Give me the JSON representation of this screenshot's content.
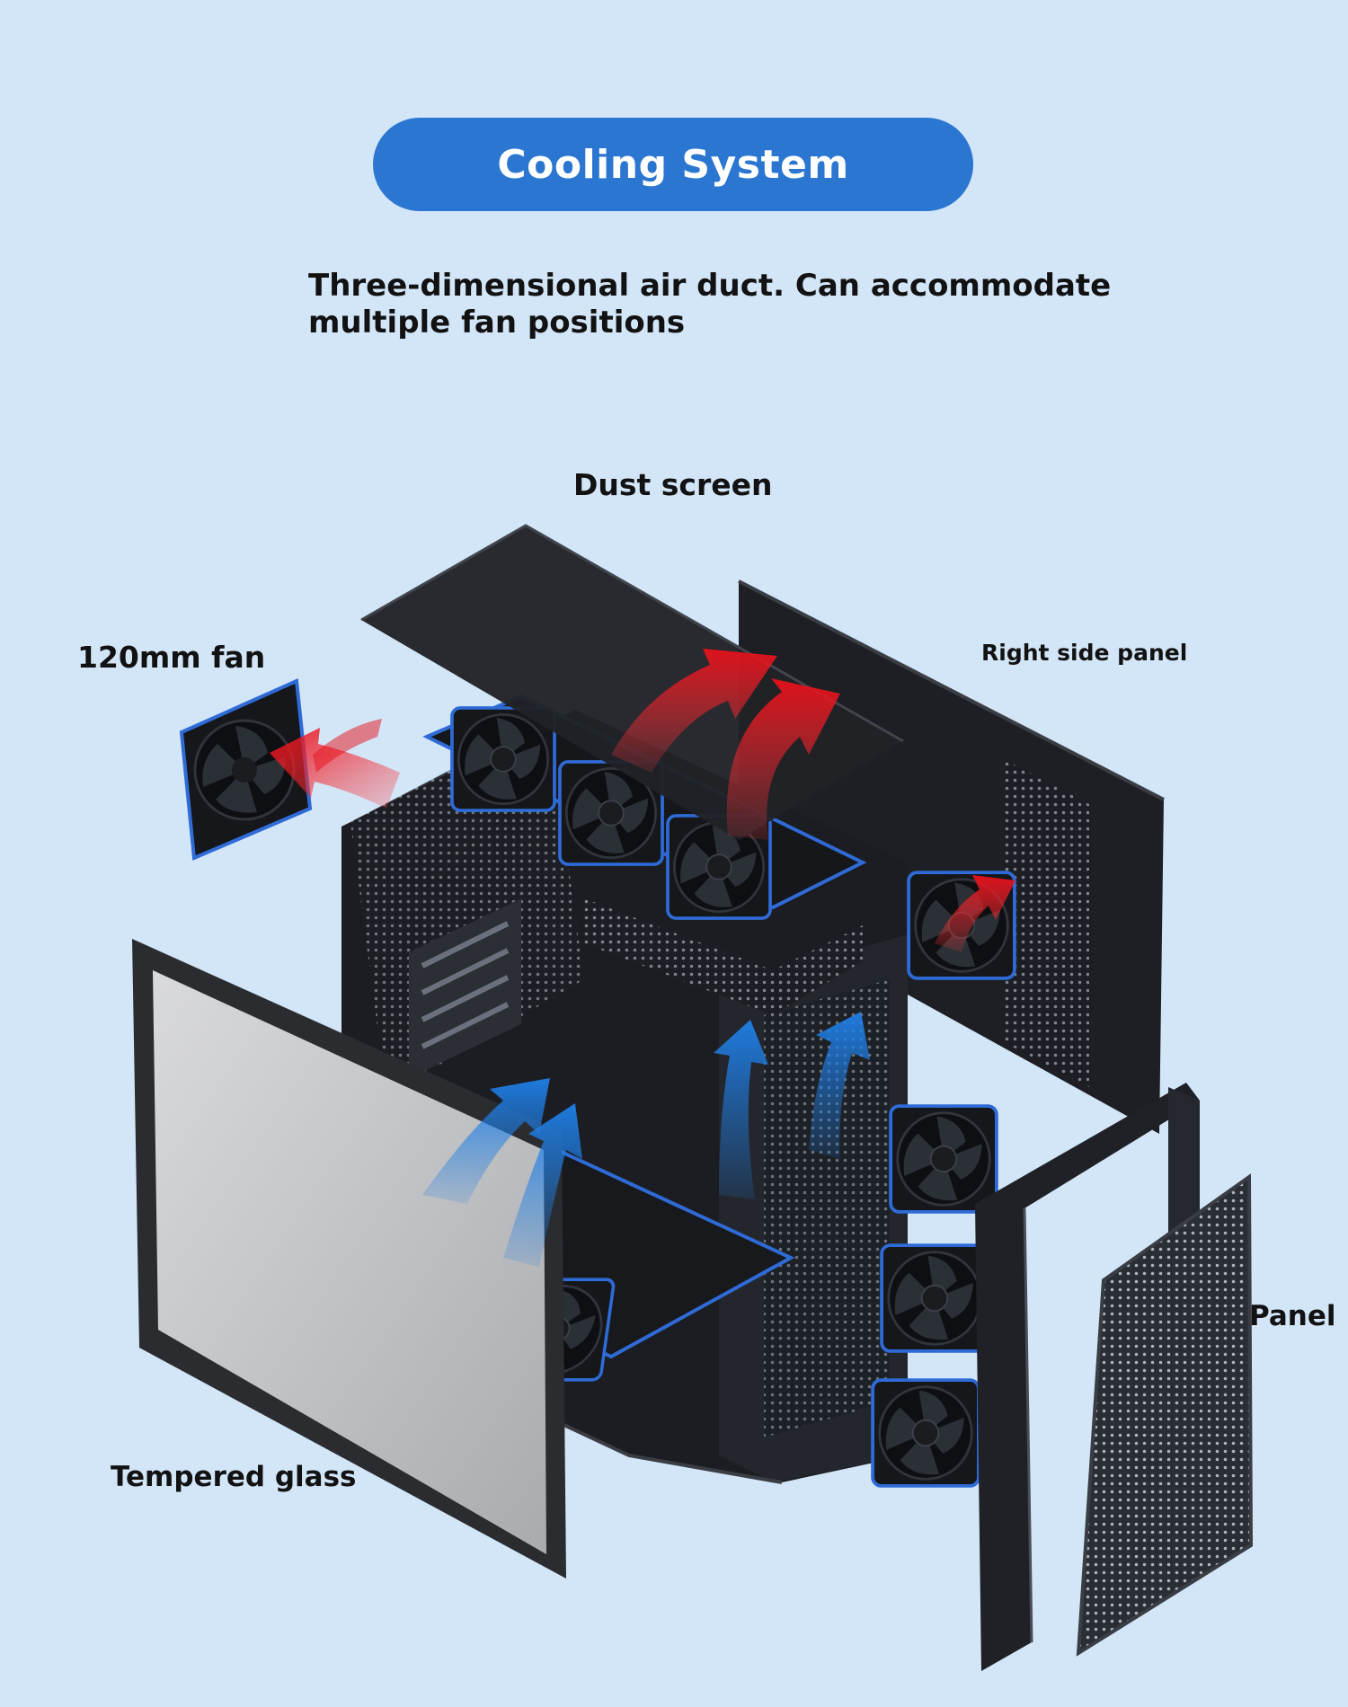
{
  "header": {
    "title": "Cooling System",
    "subtitle": "Three-dimensional air duct. Can accommodate multiple fan positions"
  },
  "callouts": {
    "dust_screen": "Dust screen",
    "fan_120mm": "120mm fan",
    "right_side_panel": "Right side panel",
    "panel": "Panel",
    "tempered_glass": "Tempered glass"
  },
  "colors": {
    "background": "#d3e6f8",
    "title_pill": "#2a76d0",
    "exhaust_airflow": "#e8101a",
    "intake_airflow": "#1f7fe6",
    "case_body": "#1b1d22"
  },
  "illustration": {
    "subject": "exploded-pc-case",
    "airflow_icons": [
      "exhaust-arrow-icon",
      "intake-arrow-icon",
      "fan-icon"
    ]
  }
}
